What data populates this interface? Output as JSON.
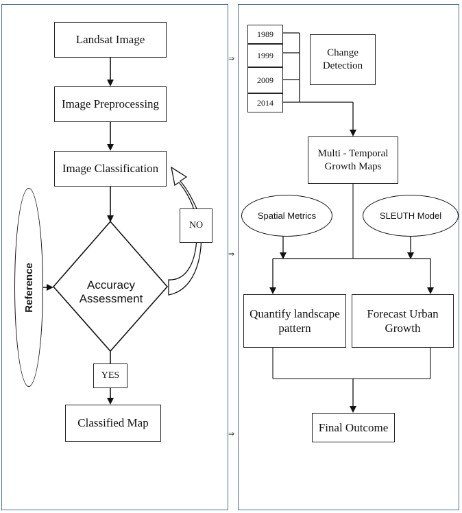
{
  "left_flow": {
    "landsat": "Landsat Image",
    "preprocess": "Image Preprocessing",
    "classification": "Image Classification",
    "accuracy": "Accuracy Assessment",
    "reference": "Reference",
    "no_label": "NO",
    "yes_label": "YES",
    "classified_map": "Classified Map"
  },
  "right_flow": {
    "years": [
      "1989",
      "1999",
      "2009",
      "2014"
    ],
    "change_detection": "Change Detection",
    "growth_maps": "Multi - Temporal Growth Maps",
    "spatial_metrics": "Spatial Metrics",
    "sleuth": "SLEUTH Model",
    "quantify": "Quantify landscape pattern",
    "forecast": "Forecast Urban Growth",
    "final": "Final Outcome"
  },
  "between_panels_marker": "⇒"
}
